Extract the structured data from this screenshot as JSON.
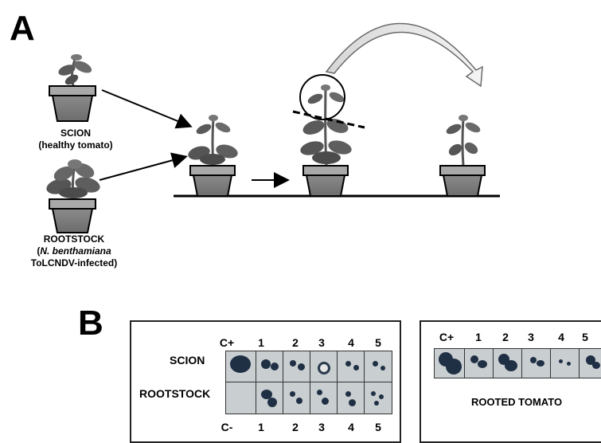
{
  "panel_a": {
    "letter": "A",
    "scion_label": "SCION",
    "scion_desc": "(healthy tomato)",
    "rootstock_label": "ROOTSTOCK",
    "rootstock_species": "N. benthamiana",
    "rootstock_desc": "ToLCNDV-infected)"
  },
  "panel_b": {
    "letter": "B",
    "left_top_labels": [
      "C+",
      "1",
      "2",
      "3",
      "4",
      "5"
    ],
    "left_bottom_labels": [
      "C-",
      "1",
      "2",
      "3",
      "4",
      "5"
    ],
    "row_scion": "SCION",
    "row_rootstock": "ROOTSTOCK",
    "right_labels": [
      "C+",
      "1",
      "2",
      "3",
      "4",
      "5"
    ],
    "right_caption": "ROOTED TOMATO"
  },
  "colors": {
    "pot_dark": "#7b7b7b",
    "pot_light": "#a9a9a9",
    "leaf": "#5a5a5a",
    "blot": "#1f2f44",
    "membrane": "#c9ced1"
  }
}
